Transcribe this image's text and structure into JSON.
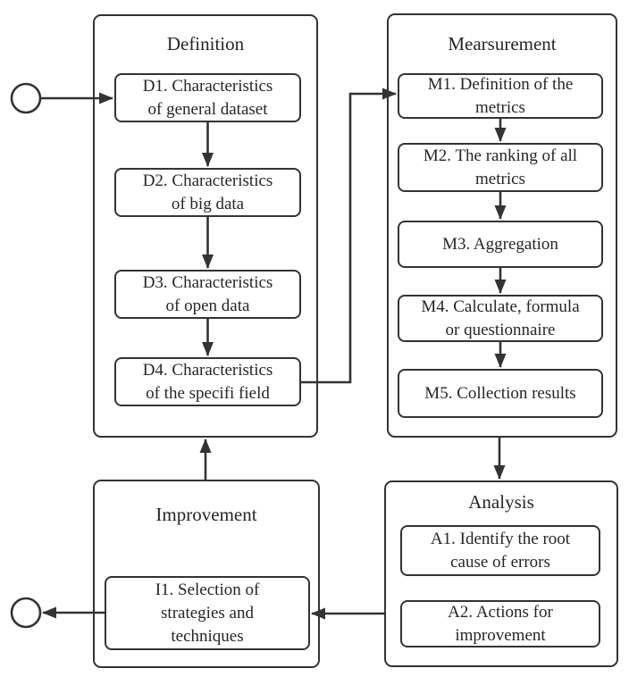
{
  "canvas": {
    "background": "#ffffff",
    "stroke_color": "#333333",
    "text_color": "#262626"
  },
  "nodes": {
    "start": {
      "icon": "start-circle"
    },
    "end": {
      "icon": "end-circle"
    }
  },
  "groups": {
    "definition": {
      "title": "Definition",
      "boxes": {
        "d1": {
          "label": "D1. Characteristics\nof general dataset"
        },
        "d2": {
          "label": "D2. Characteristics\nof big data"
        },
        "d3": {
          "label": "D3. Characteristics\nof open data"
        },
        "d4": {
          "label": "D4. Characteristics\nof the specifi field"
        }
      }
    },
    "measurement": {
      "title": "Mearsurement",
      "boxes": {
        "m1": {
          "label": "M1. Definition of the\nmetrics"
        },
        "m2": {
          "label": "M2. The ranking of all\nmetrics"
        },
        "m3": {
          "label": "M3. Aggregation"
        },
        "m4": {
          "label": "M4. Calculate, formula\nor questionnaire"
        },
        "m5": {
          "label": "M5. Collection results"
        }
      }
    },
    "analysis": {
      "title": "Analysis",
      "boxes": {
        "a1": {
          "label": "A1. Identify the root\ncause of errors"
        },
        "a2": {
          "label": "A2. Actions for\nimprovement"
        }
      }
    },
    "improvement": {
      "title": "Improvement",
      "boxes": {
        "i1": {
          "label": "I1. Selection of\nstrategies and\ntechniques"
        }
      }
    }
  }
}
